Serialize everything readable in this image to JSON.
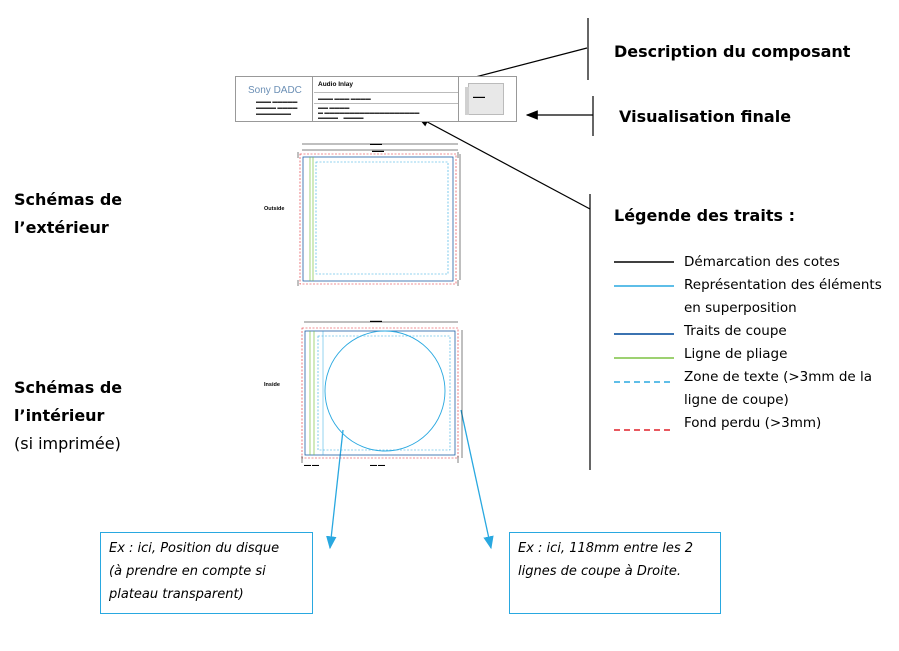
{
  "titles": {
    "description": "Description du composant",
    "visualisation": "Visualisation finale",
    "legende": "Légende des traits :"
  },
  "sections": {
    "exterieur_l1": "Schémas de",
    "exterieur_l2": "l’extérieur",
    "interieur_l1": "Schémas de",
    "interieur_l2": "l’intérieur",
    "interieur_l3": "(si imprimée)"
  },
  "legend": [
    {
      "label": "Démarcation des cotes",
      "color": "#000000",
      "style": "solid"
    },
    {
      "label": "Représentation des éléments en superposition",
      "color": "#29a8e0",
      "style": "solid"
    },
    {
      "label": "Traits de coupe",
      "color": "#1f5fa6",
      "style": "solid"
    },
    {
      "label": "Ligne de pliage",
      "color": "#7dc242",
      "style": "solid"
    },
    {
      "label": "Zone de texte (>3mm de la ligne de coupe)",
      "color": "#29a8e0",
      "style": "dashed"
    },
    {
      "label": "Fond perdu (>3mm)",
      "color": "#e0202a",
      "style": "dashed"
    }
  ],
  "legend_lines": {
    "l2a": "Représentation des éléments",
    "l2b": "en superposition",
    "l5a": "Zone de texte (>3mm de la",
    "l5b": "ligne de coupe)"
  },
  "callouts": {
    "left_l1": "Ex : ici,  Position du disque",
    "left_l2": "(à prendre en compte si",
    "left_l3": "plateau transparent)",
    "right_l1": "Ex : ici, 118mm entre les 2",
    "right_l2": "lignes de coupe à Droite."
  },
  "header_card": {
    "brand": "Sony DADC",
    "component": "Audio Inlay"
  },
  "diagram_labels": {
    "outside": "Outside",
    "inside": "Inside"
  }
}
